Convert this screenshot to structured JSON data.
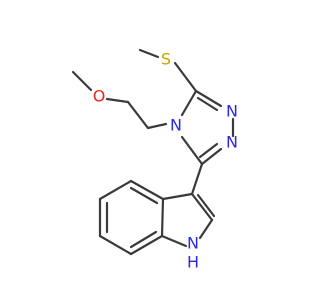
{
  "colors": {
    "background": "#ffffff",
    "bond": "#3a3a3a",
    "carbon": "#3a3a3a",
    "oxygen": "#e8261e",
    "sulfur": "#c8a400",
    "nitrogen": "#2a2ae0"
  },
  "atoms": {
    "oxygen": "O",
    "sulfur": "S",
    "ring_n_top": "N",
    "ring_n_mid": "N",
    "ring_n_left": "N",
    "indole_n": "N",
    "indole_h": "H"
  }
}
